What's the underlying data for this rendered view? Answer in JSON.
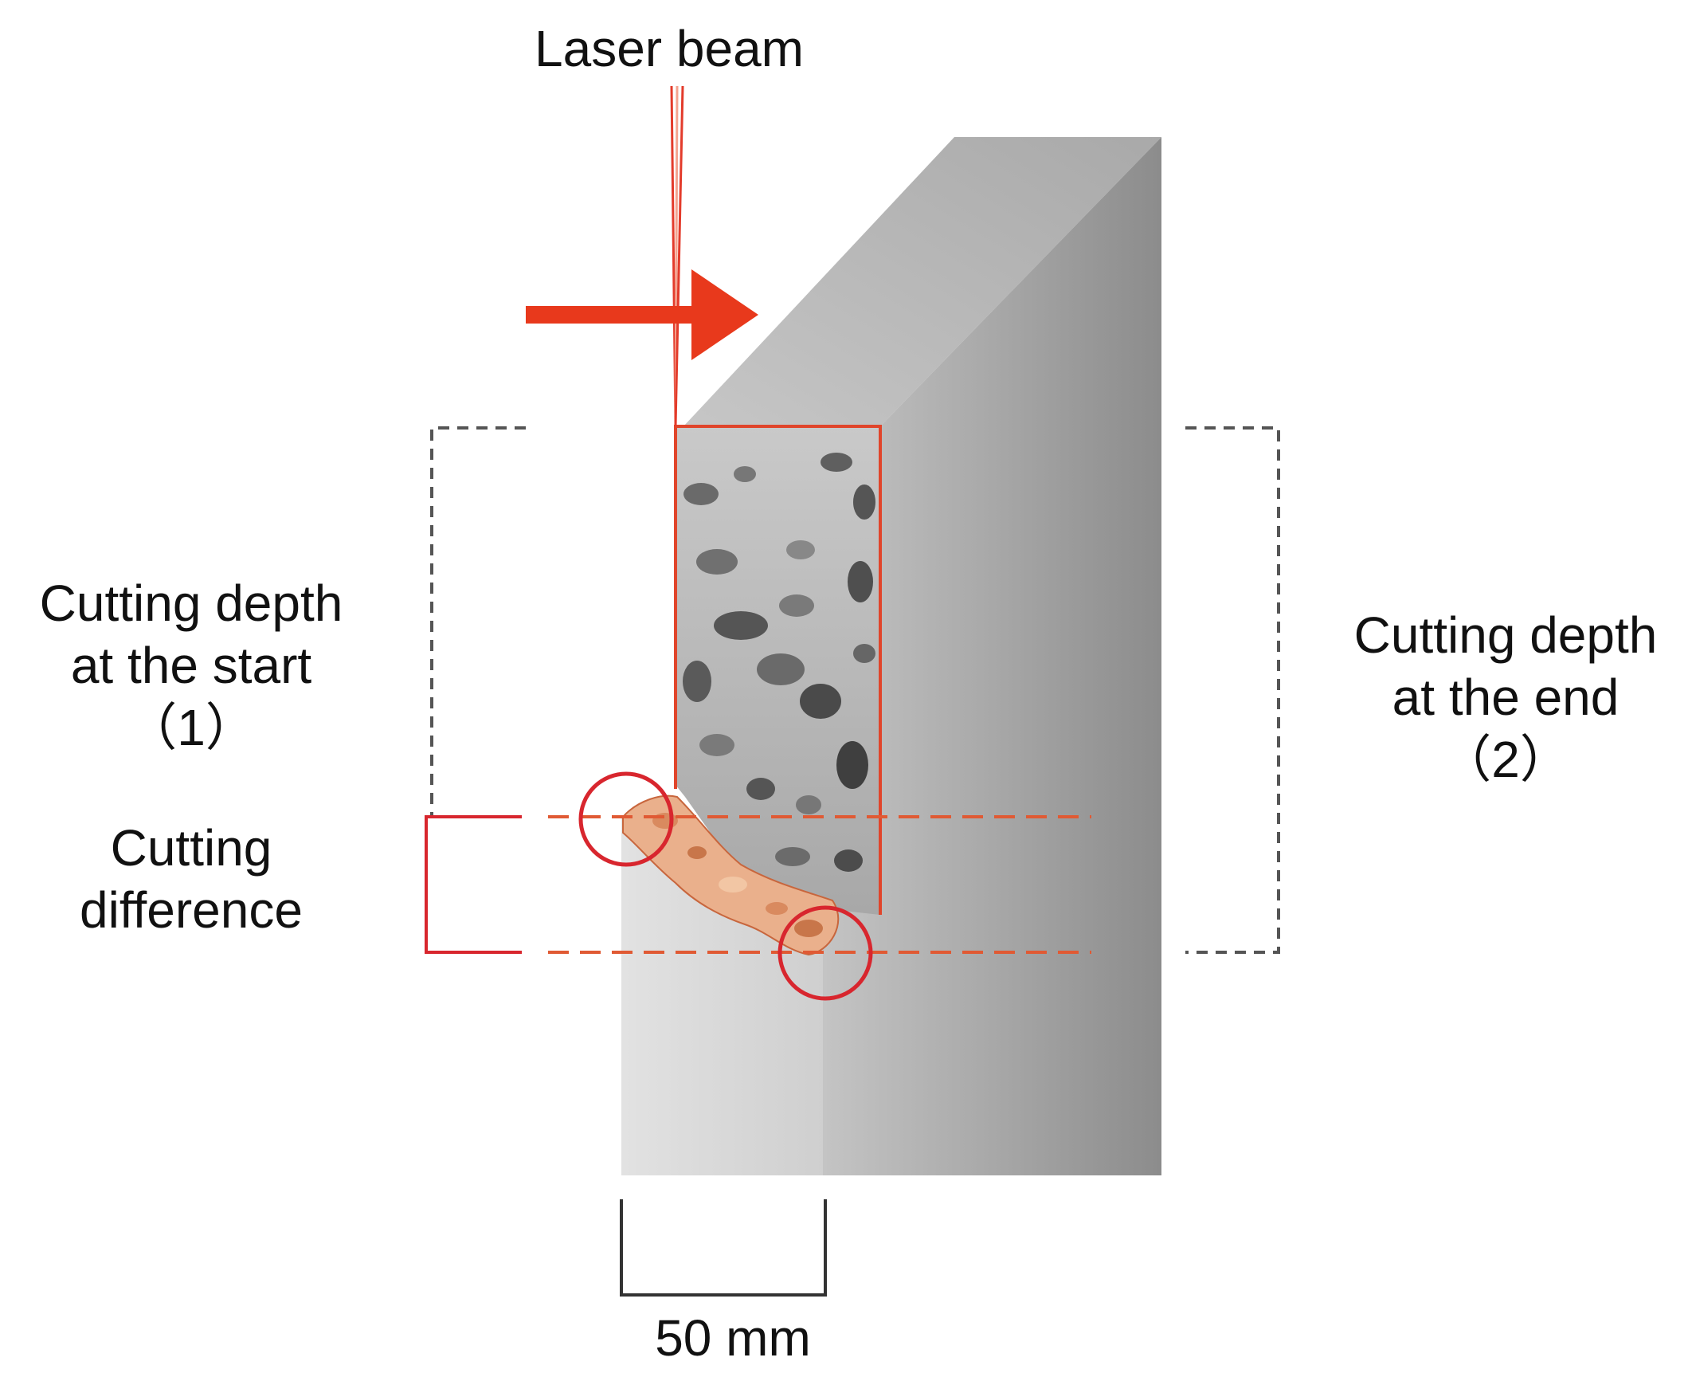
{
  "labels": {
    "laser_beam": "Laser beam",
    "start_depth": [
      "Cutting depth",
      "at the start",
      "（1）"
    ],
    "end_depth": [
      "Cutting depth",
      "at the end",
      "（2）"
    ],
    "difference": [
      "Cutting",
      "difference"
    ],
    "width": "50 mm"
  },
  "colors": {
    "accent": "#e8391c",
    "cut_outline": "#e0452b",
    "circle": "#d8262e",
    "dashed_gray": "#555555",
    "debris": "#e9a27a",
    "concrete_top": "#b9b9b9",
    "concrete_front": "#d3d3d3",
    "concrete_side": "#9a9a9a"
  }
}
